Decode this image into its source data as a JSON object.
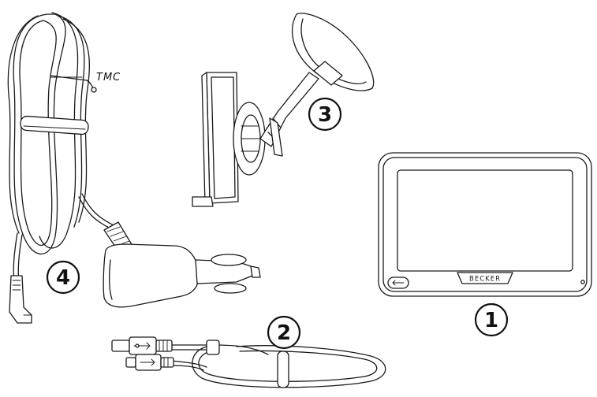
{
  "labels": {
    "tmc": "TMC",
    "brand": "BECKER"
  },
  "callouts": [
    {
      "id": "navigation-device",
      "number": "1"
    },
    {
      "id": "usb-cable",
      "number": "2"
    },
    {
      "id": "holder-mount",
      "number": "3"
    },
    {
      "id": "car-charger-tmc-antenna",
      "number": "4"
    }
  ]
}
